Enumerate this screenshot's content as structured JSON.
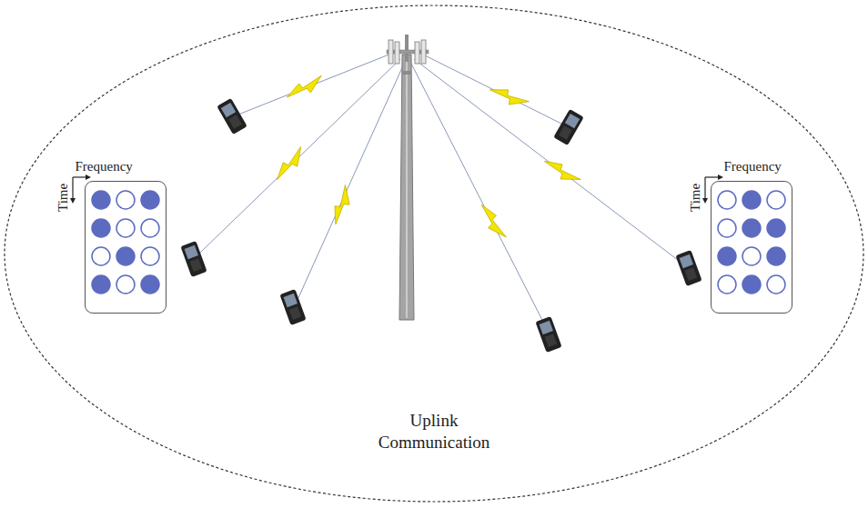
{
  "diagram": {
    "nodes": [
      {
        "text": [
          "Uplink Communication"
        ]
      },
      {
        "text": [
          "Frequency",
          "Time"
        ],
        "in": 0
      },
      {
        "text": [
          "Frequency",
          "Time"
        ],
        "in": 0
      }
    ]
  }
}
